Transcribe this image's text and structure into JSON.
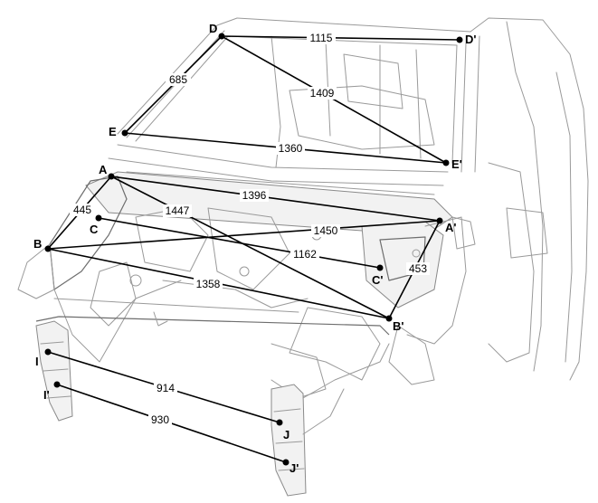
{
  "points": [
    {
      "id": "D",
      "label": "D"
    },
    {
      "id": "Dp",
      "label": "D'"
    },
    {
      "id": "E",
      "label": "E"
    },
    {
      "id": "Ep",
      "label": "E'"
    },
    {
      "id": "A",
      "label": "A"
    },
    {
      "id": "Ap",
      "label": "A'"
    },
    {
      "id": "B",
      "label": "B"
    },
    {
      "id": "Bp",
      "label": "B'"
    },
    {
      "id": "C",
      "label": "C"
    },
    {
      "id": "Cp",
      "label": "C'"
    },
    {
      "id": "I",
      "label": "I"
    },
    {
      "id": "Ip",
      "label": "I'"
    },
    {
      "id": "J",
      "label": "J"
    },
    {
      "id": "Jp",
      "label": "J'"
    }
  ],
  "dimensions": [
    {
      "id": "D-Dp",
      "value": "1115"
    },
    {
      "id": "D-E",
      "value": "685"
    },
    {
      "id": "D-Ep",
      "value": "1409"
    },
    {
      "id": "E-Ep",
      "value": "1360"
    },
    {
      "id": "A-Ap",
      "value": "1396"
    },
    {
      "id": "A-B",
      "value": "445"
    },
    {
      "id": "A-Bp",
      "value": "1447"
    },
    {
      "id": "B-Ap",
      "value": "1450"
    },
    {
      "id": "C-Cp",
      "value": "1162"
    },
    {
      "id": "B-Bp",
      "value": "1358"
    },
    {
      "id": "Ap-Bp",
      "value": "453"
    },
    {
      "id": "I-Ip",
      "value": "914"
    },
    {
      "id": "J-Jp",
      "value": "930"
    }
  ]
}
